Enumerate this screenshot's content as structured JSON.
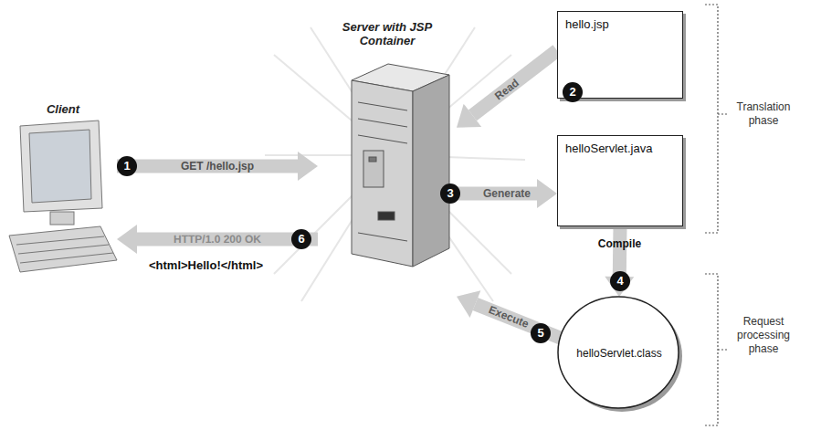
{
  "diagram": {
    "nodes": [
      {
        "text": [
          "Client"
        ]
      },
      {
        "text": [
          "Server with JSP Container"
        ]
      },
      {
        "text": [
          "hello.jsp"
        ]
      },
      {
        "text": [
          "helloServlet.java"
        ]
      },
      {
        "text": [
          "helloServlet.class"
        ]
      }
    ],
    "edges": [
      {
        "from": 0,
        "to": 1,
        "arrow": "to",
        "label": "GET /hello.jsp"
      },
      {
        "from": 2,
        "to": 1,
        "arrow": "to",
        "label": "Read"
      },
      {
        "from": 1,
        "to": 3,
        "arrow": "to",
        "label": "Generate"
      },
      {
        "from": 3,
        "to": 4,
        "arrow": "to",
        "label": "Compile"
      },
      {
        "from": 4,
        "to": 1,
        "arrow": "to",
        "label": "Execute"
      },
      {
        "from": 1,
        "to": 0,
        "arrow": "to",
        "label": "HTTP/1.0 200 OK"
      }
    ],
    "labels": [
      "1",
      "2",
      "3",
      "4",
      "5",
      "6",
      "<html>Hello!</html>",
      "Translation phase",
      "Request processing phase"
    ]
  }
}
